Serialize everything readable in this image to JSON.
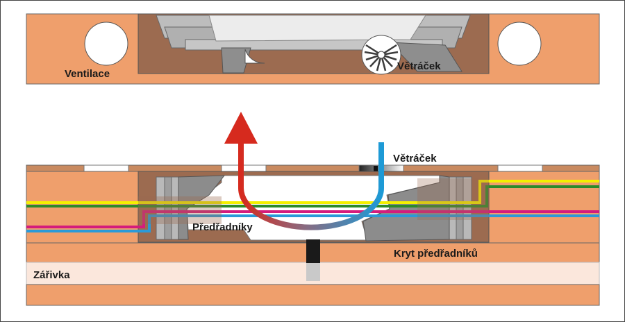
{
  "labels": {
    "ventilace": "Ventilace",
    "vetracek_top": "Větráček",
    "vetracek_bottom": "Větráček",
    "predradniky": "Předřadníky",
    "kryt": "Kryt předřadníků",
    "zarivka": "Zářivka"
  },
  "colors": {
    "wood": "#ef9f6c",
    "wood_dark": "#9c6b50",
    "frame_dark": "#7a5646",
    "grey_light": "#c8c8c8",
    "grey_mid": "#a9a9a9",
    "grey_dark": "#777777",
    "tube": "#fbe7dc",
    "wire_yellow": "#f4f000",
    "wire_green": "#2b8a2b",
    "wire_magenta": "#d41c7c",
    "wire_blue": "#2a9ad8",
    "arrow_red": "#d62a1e",
    "arrow_blue": "#1d9ad6",
    "connector_black": "#1a1a1a",
    "connector_grey": "#c9c9c9"
  },
  "icons": {
    "fan": "fan-icon",
    "airflow": "airflow-arrow-icon"
  }
}
